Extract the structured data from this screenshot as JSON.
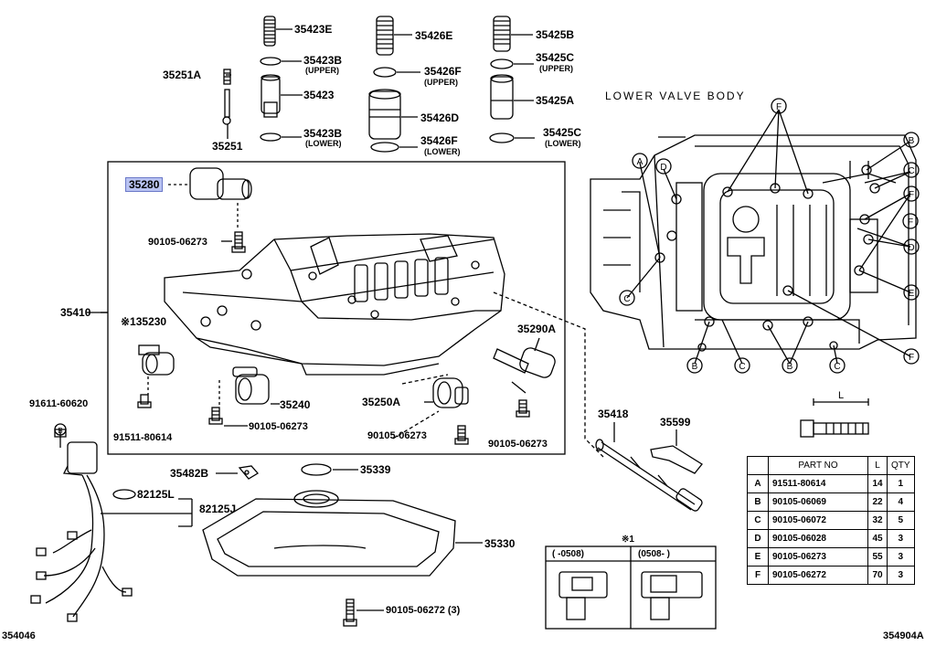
{
  "diagram_title": "LOWER VALVE BODY",
  "labels": {
    "p35423E": "35423E",
    "p35423B": "35423B",
    "p35423B_upper": "(UPPER)",
    "p35423": "35423",
    "p35423B2": "35423B",
    "p35423B_lower": "(LOWER)",
    "p35251A": "35251A",
    "p35251": "35251",
    "p35426E": "35426E",
    "p35426F": "35426F",
    "p35426F_upper": "(UPPER)",
    "p35426D": "35426D",
    "p35426F2": "35426F",
    "p35426F_lower": "(LOWER)",
    "p35425B": "35425B",
    "p35425C": "35425C",
    "p35425C_upper": "(UPPER)",
    "p35425A": "35425A",
    "p35425C2": "35425C",
    "p35425C_lower": "(LOWER)",
    "p35280": "35280",
    "p9010506273a": "90105-06273",
    "p35410": "35410",
    "p35230": "※135230",
    "p35290A": "35290A",
    "p35240": "35240",
    "p35250A": "35250A",
    "p9161160620": "91611-60620",
    "p9151180614": "91511-80614",
    "p9010506273b": "90105-06273",
    "p9010506273c": "90105-06273",
    "p9010506273d": "90105-06273",
    "p35418": "35418",
    "p35599": "35599",
    "p35482B": "35482B",
    "p35339": "35339",
    "p82125L": "82125L",
    "p82125J": "82125J",
    "p35330": "35330",
    "p9010506272": "90105-06272 (3)"
  },
  "callouts": [
    "A",
    "B",
    "C",
    "D",
    "E",
    "F"
  ],
  "bolt_dimension": "L",
  "table": {
    "headers": [
      "",
      "PART NO",
      "L",
      "QTY"
    ],
    "rows": [
      [
        "A",
        "91511-80614",
        "14",
        "1"
      ],
      [
        "B",
        "90105-06069",
        "22",
        "4"
      ],
      [
        "C",
        "90105-06072",
        "32",
        "5"
      ],
      [
        "D",
        "90105-06028",
        "45",
        "3"
      ],
      [
        "E",
        "90105-06273",
        "55",
        "3"
      ],
      [
        "F",
        "90105-06272",
        "70",
        "3"
      ]
    ]
  },
  "version_box": {
    "marker": "※1",
    "col1": "(     -0508)",
    "col2": "(0508-      )"
  },
  "image_codes": {
    "left": "354046",
    "right": "354904A"
  },
  "highlight_color": "#b9c3f2"
}
